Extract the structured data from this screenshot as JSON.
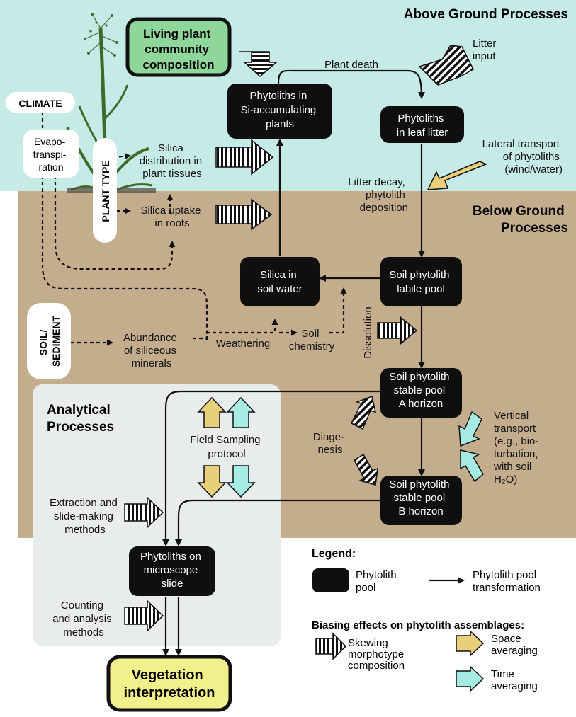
{
  "colors": {
    "above_bg": "#c6ebe6",
    "below_bg": "#c4ad8c",
    "analytic_bg": "#e9ecec",
    "pool": "#0f0f0f",
    "living_plant": "#8ed69a",
    "vegetation": "#f2f08a",
    "space_arrow": "#e8cf7a",
    "time_arrow": "#a6ece3"
  },
  "regions": {
    "above": "Above Ground Processes",
    "below": [
      "Below Ground",
      "Processes"
    ],
    "analytical": [
      "Analytical",
      "Processes"
    ]
  },
  "pools": {
    "si_plants": [
      "Phytoliths in",
      "Si-accumulating",
      "plants"
    ],
    "leaf_litter": [
      "Phytoliths",
      "in leaf litter"
    ],
    "silica_soil": [
      "Silica in",
      "soil water"
    ],
    "labile": [
      "Soil phytolith",
      "labile pool"
    ],
    "stable_a": [
      "Soil phytolith",
      "stable pool",
      "A horizon"
    ],
    "stable_b": [
      "Soil phytolith",
      "stable pool",
      "B horizon"
    ],
    "microscope": [
      "Phytoliths on",
      "microscope",
      "slide"
    ]
  },
  "living_plant": [
    "Living plant",
    "community",
    "composition"
  ],
  "vegetation": [
    "Vegetation",
    "interpretation"
  ],
  "drivers": {
    "climate": "CLIMATE",
    "plant_type": "PLANT TYPE",
    "soil": [
      "SOIL/",
      "SEDIMENT"
    ]
  },
  "labels": {
    "plant_death": "Plant death",
    "litter_input": [
      "Litter",
      "input"
    ],
    "lateral": [
      "Lateral transport",
      "of phytoliths",
      "(wind/water)"
    ],
    "litter_decay": [
      "Litter decay,",
      "phytolith",
      "deposition"
    ],
    "evapo": [
      "Evapo-",
      "transpi-",
      "ration"
    ],
    "silica_dist": [
      "Silica",
      "distribution in",
      "plant tissues"
    ],
    "silica_uptake": [
      "Silica uptake",
      "in roots"
    ],
    "abundance": [
      "Abundance",
      "of siliceous",
      "minerals"
    ],
    "weathering": "Weathering",
    "soil_chem": [
      "Soil",
      "chemistry"
    ],
    "dissolution": "Dissolution",
    "diagenesis": [
      "Diage-",
      "nesis"
    ],
    "vertical": [
      "Vertical",
      "transport",
      "(e.g., bio-",
      "turbation,",
      "with soil",
      "H₂O)"
    ],
    "field": [
      "Field Sampling",
      "protocol"
    ],
    "extraction": [
      "Extraction and",
      "slide-making",
      "methods"
    ],
    "counting": [
      "Counting",
      "and analysis",
      "methods"
    ]
  },
  "legend": {
    "title": "Legend:",
    "pool": [
      "Phytolith",
      "pool"
    ],
    "transform": [
      "Phytolith pool",
      "transformation"
    ],
    "biasing": "Biasing effects on phytolith assemblages:",
    "skew": [
      "Skewing",
      "morphotype",
      "composition"
    ],
    "space": [
      "Space",
      "averaging"
    ],
    "time": [
      "Time",
      "averaging"
    ]
  }
}
